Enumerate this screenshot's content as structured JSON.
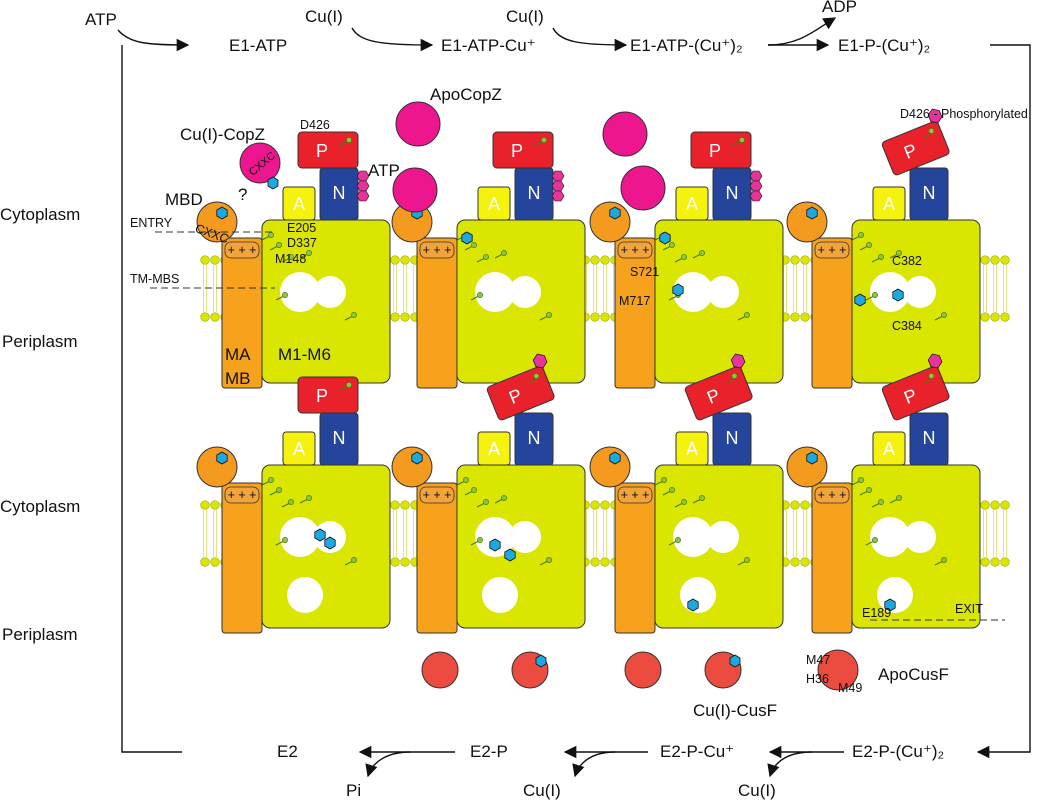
{
  "cycle_top": {
    "atp": "ATP",
    "states": [
      "E1-ATP",
      "E1-ATP-Cu⁺",
      "E1-ATP-(Cu⁺)₂",
      "E1-P-(Cu⁺)₂"
    ],
    "cu_inputs": [
      "Cu(I)",
      "Cu(I)"
    ],
    "adp": "ADP"
  },
  "cycle_bottom": {
    "states": [
      "E2-P-(Cu⁺)₂",
      "E2-P-Cu⁺",
      "E2-P",
      "E2"
    ],
    "cu_outputs": [
      "Cu(I)",
      "Cu(I)"
    ],
    "pi": "Pi"
  },
  "compartments": {
    "cytoplasm_top": "Cytoplasm",
    "periplasm_top": "Periplasm",
    "cytoplasm_bottom": "Cytoplasm",
    "periplasm_bottom": "Periplasm"
  },
  "domains": {
    "p": "P",
    "n": "N",
    "a": "A",
    "plus": "+ + +"
  },
  "labels": {
    "cu_copz": "Cu(I)-CopZ",
    "apocopz": "ApoCopZ",
    "atp_bound": "ATP",
    "d426": "D426",
    "d426_phos": "D426 - Phosphorylated",
    "mbd": "MBD",
    "question": "?",
    "entry": "ENTRY",
    "cxxc_1": "CXXC",
    "cxxc_2": "CXXC",
    "e205": "E205",
    "d337": "D337",
    "m148": "M148",
    "tm_mbs": "TM-MBS",
    "ma": "MA",
    "mb": "MB",
    "m1_m6": "M1-M6",
    "s721": "S721",
    "m717": "M717",
    "c382": "C382",
    "c384": "C384",
    "e189": "E189",
    "exit": "EXIT",
    "m47": "M47",
    "h36": "H36",
    "m49": "M49",
    "apocusf": "ApoCusF",
    "cu_cusf": "Cu(I)-CusF"
  },
  "colors": {
    "ma_mb": "#f6a21c",
    "tm_core": "#dbe600",
    "p_domain": "#e8212a",
    "n_domain": "#25449c",
    "a_domain": "#f5f20d",
    "mbd": "#f39a1f",
    "copz": "#ee168f",
    "cusf": "#ec4b3f",
    "copper": "#1ca8e0",
    "phosphate": "#e8339a",
    "residue": "#8cc63f"
  }
}
